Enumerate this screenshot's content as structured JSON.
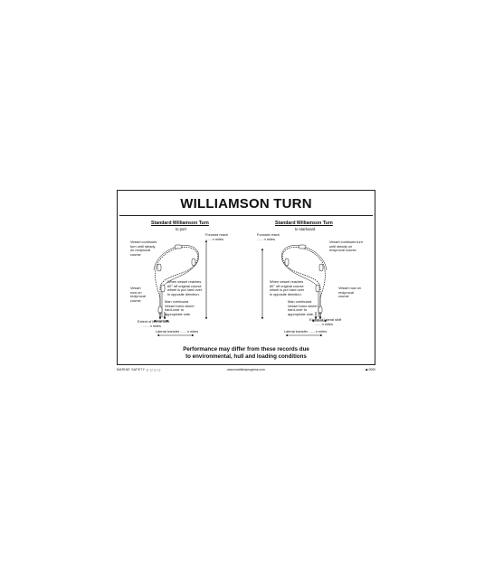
{
  "title": "WILLIAMSON TURN",
  "left_panel": {
    "heading": "Standard Williamson Turn",
    "sub": "to port",
    "forward_reach": [
      "Forward reach",
      "...... n miles"
    ],
    "continues": [
      "Vessel continues",
      "turn until steady",
      "on reciprocal",
      "course"
    ],
    "reciprocal": [
      "Vessel",
      "now on",
      "reciprocal",
      "course"
    ],
    "reaches60": [
      "When vessel reaches",
      "60° off original course",
      "wheel is put hard over",
      "in opposite direction."
    ],
    "overboard": [
      "Man overboard.",
      "Vessel turns wheel",
      "hard-over to",
      "appropriate side."
    ],
    "lateral_shift": [
      "Extent of lateral shift",
      "...... n miles"
    ],
    "lateral_transfer": "Lateral transfer ...... n miles"
  },
  "right_panel": {
    "heading": "Standard Williamson Turn",
    "sub": "to starboard",
    "forward_reach": [
      "Forward reach",
      "...... n miles"
    ],
    "continues": [
      "Vessel continues turn",
      "until steady on",
      "reciprocal course"
    ],
    "reciprocal": [
      "Vessel now on",
      "reciprocal",
      "course"
    ],
    "reaches60": [
      "When vessel reaches",
      "60° off original course",
      "wheel is put hard over",
      "in opposite direction."
    ],
    "overboard": [
      "Man overboard.",
      "Vessel turns wheel",
      "hard-over to",
      "appropriate side."
    ],
    "lateral_shift": [
      "Extent of lateral shift",
      "...... n miles"
    ],
    "lateral_transfer": "Lateral transfer ...... n miles"
  },
  "performance": [
    "Performance may differ from these records due",
    "to environmental, hull and loading conditions"
  ],
  "footer": {
    "left": "MARINE SAFETY  ◻ ◻ ◻ ◻",
    "center": "www.maritimeprogress.com",
    "right": "◆   0000"
  },
  "colors": {
    "ink": "#111111",
    "border": "#222222",
    "background": "#ffffff"
  }
}
